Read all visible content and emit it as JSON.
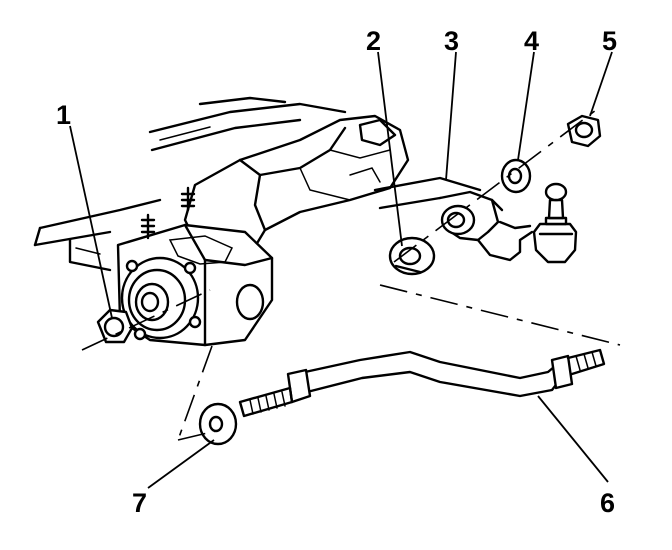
{
  "callouts": [
    {
      "id": "1",
      "text": "1"
    },
    {
      "id": "2",
      "text": "2"
    },
    {
      "id": "3",
      "text": "3"
    },
    {
      "id": "4",
      "text": "4"
    },
    {
      "id": "5",
      "text": "5"
    },
    {
      "id": "6",
      "text": "6"
    },
    {
      "id": "7",
      "text": "7"
    }
  ],
  "colors": {
    "ink": "#000000",
    "paper": "#ffffff"
  }
}
